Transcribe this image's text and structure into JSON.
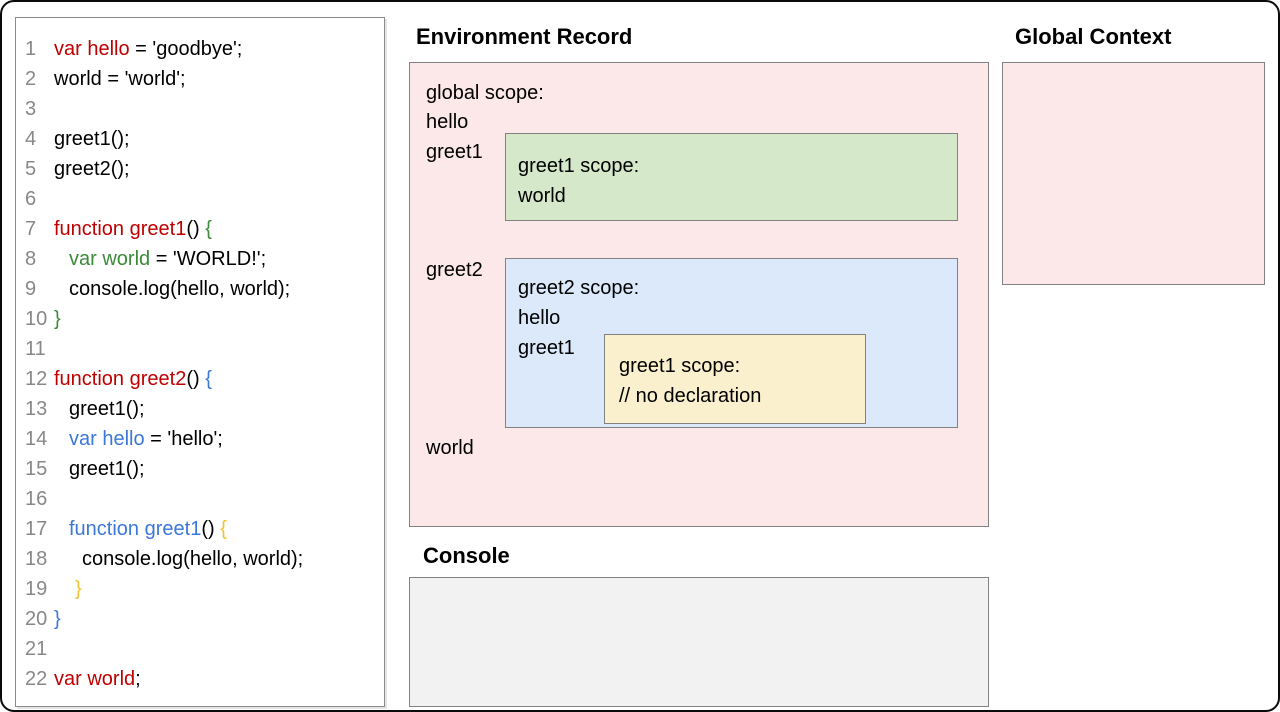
{
  "palette": {
    "code_red": "#c00000",
    "code_green": "#3a8a3a",
    "code_blue": "#3c78d8",
    "code_yellow": "#f1c232",
    "code_black": "#000000",
    "line_number_gray": "#888888",
    "global_scope_fill": "#fce8e8",
    "greet1_scope_fill": "#d5e8ca",
    "greet2_scope_fill": "#dbe9fa",
    "inner_greet1_scope_fill": "#fbf0ce",
    "console_fill": "#f2f2f2",
    "box_border": "#828282"
  },
  "code_panel": {
    "lines": [
      {
        "num": "1",
        "indent": 0,
        "segments": [
          {
            "text": "var hello",
            "color": "red"
          },
          {
            "text": " = 'goodbye';",
            "color": "black"
          }
        ]
      },
      {
        "num": "2",
        "indent": 0,
        "segments": [
          {
            "text": "world = 'world';",
            "color": "black"
          }
        ]
      },
      {
        "num": "3",
        "indent": 0,
        "segments": []
      },
      {
        "num": "4",
        "indent": 0,
        "segments": [
          {
            "text": "greet1();",
            "color": "black"
          }
        ]
      },
      {
        "num": "5",
        "indent": 0,
        "segments": [
          {
            "text": "greet2();",
            "color": "black"
          }
        ]
      },
      {
        "num": "6",
        "indent": 0,
        "segments": []
      },
      {
        "num": "7",
        "indent": 0,
        "segments": [
          {
            "text": "function greet1",
            "color": "red"
          },
          {
            "text": "() ",
            "color": "black"
          },
          {
            "text": "{",
            "color": "green"
          }
        ]
      },
      {
        "num": "8",
        "indent": 1,
        "segments": [
          {
            "text": "var world",
            "color": "green"
          },
          {
            "text": " = 'WORLD!';",
            "color": "black"
          }
        ]
      },
      {
        "num": "9",
        "indent": 1,
        "segments": [
          {
            "text": "console.log(hello, world);",
            "color": "black"
          }
        ]
      },
      {
        "num": "10",
        "indent": 0,
        "segments": [
          {
            "text": "}",
            "color": "green"
          }
        ]
      },
      {
        "num": "11",
        "indent": 0,
        "segments": []
      },
      {
        "num": "12",
        "indent": 0,
        "segments": [
          {
            "text": "function greet2",
            "color": "red"
          },
          {
            "text": "() ",
            "color": "black"
          },
          {
            "text": "{",
            "color": "blue"
          }
        ]
      },
      {
        "num": "13",
        "indent": 1,
        "segments": [
          {
            "text": "greet1();",
            "color": "black"
          }
        ]
      },
      {
        "num": "14",
        "indent": 1,
        "segments": [
          {
            "text": "var hello",
            "color": "blue"
          },
          {
            "text": " = 'hello';",
            "color": "black"
          }
        ]
      },
      {
        "num": "15",
        "indent": 1,
        "segments": [
          {
            "text": "greet1();",
            "color": "black"
          }
        ]
      },
      {
        "num": "16",
        "indent": 0,
        "segments": []
      },
      {
        "num": "17",
        "indent": 1,
        "segments": [
          {
            "text": "function greet1",
            "color": "blue"
          },
          {
            "text": "() ",
            "color": "black"
          },
          {
            "text": "{",
            "color": "yellow"
          }
        ]
      },
      {
        "num": "18",
        "indent": 2,
        "segments": [
          {
            "text": "console.log(hello, world);",
            "color": "black"
          }
        ]
      },
      {
        "num": "19",
        "indent": 1.5,
        "segments": [
          {
            "text": "}",
            "color": "yellow"
          }
        ]
      },
      {
        "num": "20",
        "indent": 0,
        "segments": [
          {
            "text": "}",
            "color": "blue"
          }
        ]
      },
      {
        "num": "21",
        "indent": 0,
        "segments": []
      },
      {
        "num": "22",
        "indent": 0,
        "segments": [
          {
            "text": "var world",
            "color": "red"
          },
          {
            "text": ";",
            "color": "black"
          }
        ]
      }
    ]
  },
  "environment_record": {
    "title": "Environment Record",
    "global_scope": {
      "label": "global scope:",
      "hello": "hello",
      "greet1": "greet1",
      "greet2": "greet2",
      "world": "world"
    },
    "greet1_scope": {
      "label": "greet1 scope:",
      "world": "world"
    },
    "greet2_scope": {
      "label": "greet2 scope:",
      "hello": "hello",
      "greet1": "greet1",
      "inner_greet1_scope": {
        "label": "greet1 scope:",
        "comment": "// no declaration"
      }
    }
  },
  "global_context": {
    "title": "Global Context"
  },
  "console": {
    "title": "Console"
  }
}
